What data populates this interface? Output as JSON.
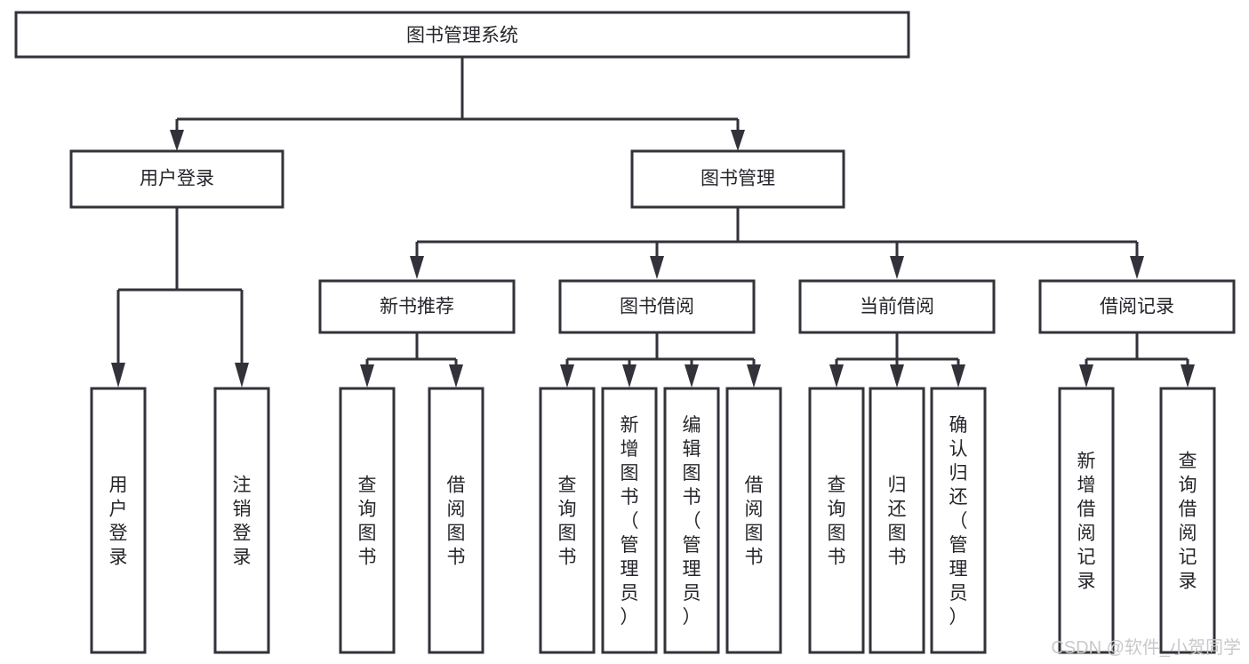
{
  "diagram": {
    "title": "图书管理系统",
    "type": "tree-hierarchy",
    "orientation": "top-down",
    "accent_color": "#32323a",
    "background_color": "#ffffff",
    "root": {
      "id": "root",
      "label": "图书管理系统"
    },
    "level2": [
      {
        "id": "user-login",
        "label": "用户登录"
      },
      {
        "id": "book-management",
        "label": "图书管理"
      }
    ],
    "level3": [
      {
        "id": "new-book-recommend",
        "label": "新书推荐",
        "parent": "book-management"
      },
      {
        "id": "book-borrow",
        "label": "图书借阅",
        "parent": "book-management"
      },
      {
        "id": "current-borrow",
        "label": "当前借阅",
        "parent": "book-management"
      },
      {
        "id": "borrow-record",
        "label": "借阅记录",
        "parent": "book-management"
      }
    ],
    "leaves": [
      {
        "id": "leaf-user-login",
        "label": "用户登录",
        "parent": "user-login"
      },
      {
        "id": "leaf-logout-login",
        "label": "注销登录",
        "parent": "user-login"
      },
      {
        "id": "leaf-query-book-1",
        "label": "查询图书",
        "parent": "new-book-recommend"
      },
      {
        "id": "leaf-borrow-book-1",
        "label": "借阅图书",
        "parent": "new-book-recommend"
      },
      {
        "id": "leaf-query-book-2",
        "label": "查询图书",
        "parent": "book-borrow"
      },
      {
        "id": "leaf-add-book",
        "label": "新增图书（管理员）",
        "parent": "book-borrow"
      },
      {
        "id": "leaf-edit-book",
        "label": "编辑图书（管理员）",
        "parent": "book-borrow"
      },
      {
        "id": "leaf-borrow-book-2",
        "label": "借阅图书",
        "parent": "book-borrow"
      },
      {
        "id": "leaf-query-book-3",
        "label": "查询图书",
        "parent": "current-borrow"
      },
      {
        "id": "leaf-return-book",
        "label": "归还图书",
        "parent": "current-borrow"
      },
      {
        "id": "leaf-confirm-return",
        "label": "确认归还（管理员）",
        "parent": "current-borrow"
      },
      {
        "id": "leaf-add-record",
        "label": "新增借阅记录",
        "parent": "borrow-record"
      },
      {
        "id": "leaf-query-record",
        "label": "查询借阅记录",
        "parent": "borrow-record"
      }
    ]
  },
  "watermark": {
    "text": "CSDN @软件_小贺同学"
  }
}
